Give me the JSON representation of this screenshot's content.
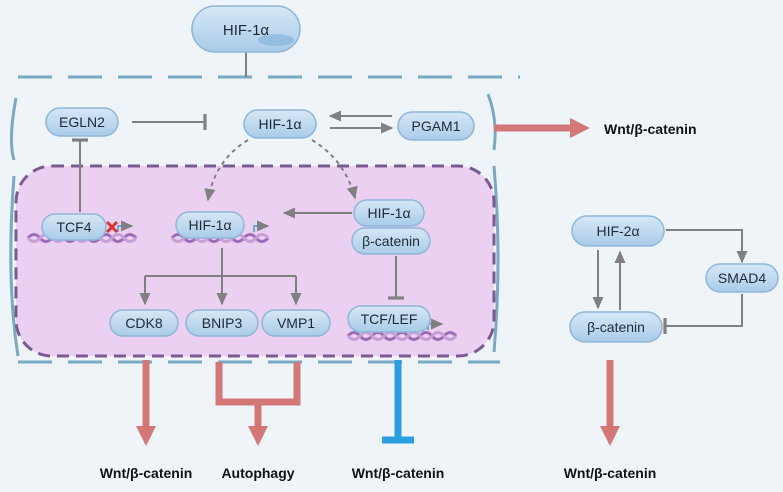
{
  "nodes": {
    "hif1a_top": "HIF-1α",
    "egln2": "EGLN2",
    "hif1a_cyto": "HIF-1α",
    "pgam1": "PGAM1",
    "tcf4": "TCF4",
    "hif1a_nuc": "HIF-1α",
    "complex_hif1a": "HIF-1α",
    "complex_bcat": "β-catenin",
    "cdk8": "CDK8",
    "bnip3": "BNIP3",
    "vmp1": "VMP1",
    "tcflef": "TCF/LEF",
    "hif2a": "HIF-2α",
    "smad4": "SMAD4",
    "bcat_right": "β-catenin"
  },
  "outputs": {
    "right_wnt": "Wnt/β-catenin",
    "bottom_wnt1": "Wnt/β-catenin",
    "autophagy": "Autophagy",
    "bottom_wnt2": "Wnt/β-catenin",
    "bottom_wnt3": "Wnt/β-catenin"
  },
  "icons": {
    "tcf4_mark": "red-x-mark"
  },
  "colors": {
    "background": "#eef4f8",
    "node_fill": "#bcd7ee",
    "node_stroke": "#8fb6d8",
    "cell_border": "#7aa9c3",
    "nucleus_fill": "#ecd0f2",
    "nucleus_border": "#7b5b8f",
    "activation_arrow": "#d47777",
    "inhibition_bar": "#2a9fe0",
    "connector": "#808080",
    "dna": "#9b6db6",
    "x_mark": "#d9342b"
  }
}
